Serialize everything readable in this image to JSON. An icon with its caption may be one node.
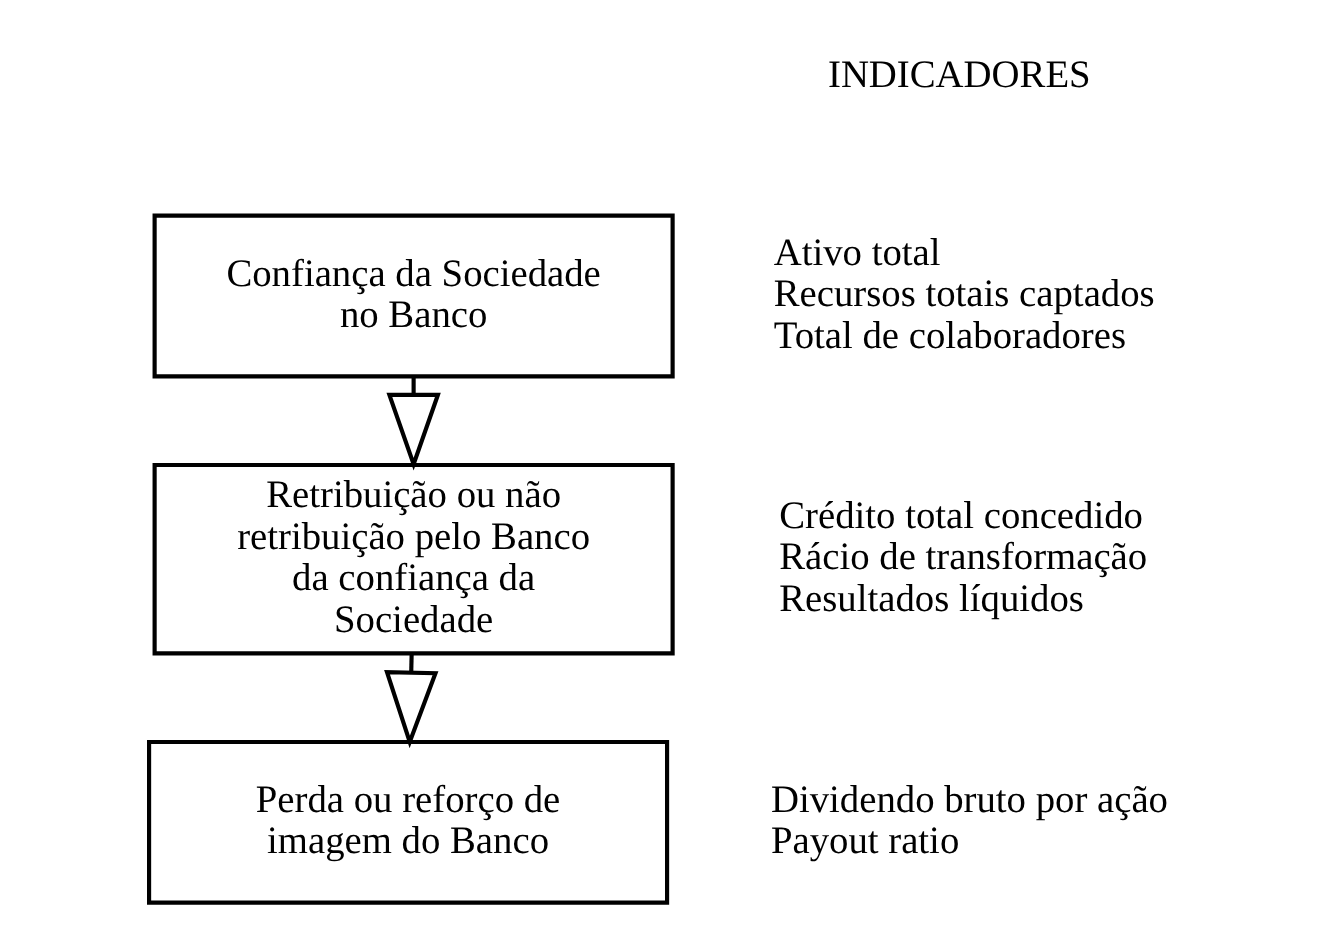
{
  "diagram": {
    "nodes": [
      {
        "text": [
          "Confiança da Sociedade no Banco"
        ],
        "beside": [
          "Ativo total",
          "Recursos totais captados",
          "Total de colaboradores"
        ]
      },
      {
        "text": [
          "Retribuição ou não retribuição pelo Banco da confiança da Sociedade"
        ],
        "beside": [
          "Crédito total concedido",
          "Rácio de transformação",
          "Resultados líquidos"
        ]
      },
      {
        "text": [
          "Perda ou reforço de imagem do Banco"
        ],
        "beside": [
          "Dividendo bruto por ação",
          "Payout ratio"
        ]
      }
    ],
    "edges": [
      {
        "from": 0,
        "to": 1,
        "arrow": "to"
      },
      {
        "from": 1,
        "to": 2,
        "arrow": "to"
      }
    ],
    "labels": [
      "INDICADORES"
    ]
  }
}
